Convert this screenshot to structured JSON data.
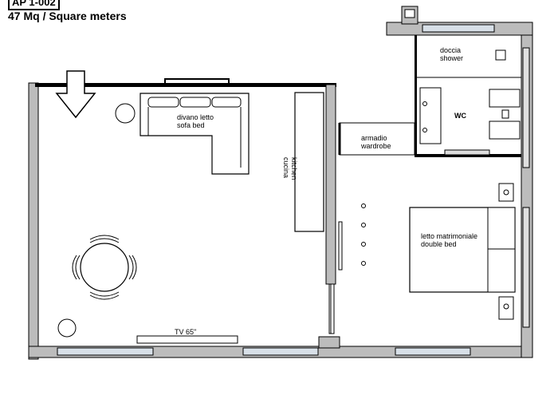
{
  "header": {
    "apartment_code": "AP 1-002",
    "area_label": "47 Mq / Square meters"
  },
  "rooms": {
    "sofa": {
      "it": "divano letto",
      "en": "sofa bed"
    },
    "kitchen": {
      "it": "cucina",
      "en": "kitchen"
    },
    "shower": {
      "it": "doccia",
      "en": "shower"
    },
    "wc": "WC",
    "wardrobe": {
      "it": "armadio",
      "en": "wardrobe"
    },
    "bed": {
      "it": "letto matrimoniale",
      "en": "double bed"
    },
    "tv": "TV 65\""
  }
}
